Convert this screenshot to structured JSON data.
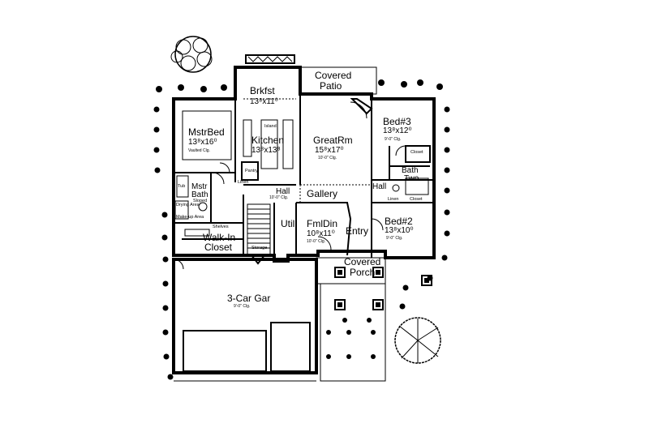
{
  "rooms": {
    "covered_patio": {
      "name_line1": "Covered",
      "name_line2": "Patio"
    },
    "brkfst": {
      "name": "Brkfst",
      "dims": "13⁸x11⁰"
    },
    "mstr_bed": {
      "name": "MstrBed",
      "dims": "13⁸x16⁰",
      "ceiling": "Vaulted Clg."
    },
    "kitchen": {
      "name": "Kitchen",
      "dims": "13⁸x13⁸"
    },
    "great_rm": {
      "name": "GreatRm",
      "dims": "15⁸x17⁰",
      "ceiling": "10'-0\" Clg."
    },
    "bed3": {
      "name": "Bed#3",
      "dims": "13⁸x12⁰",
      "ceiling": "9'-0\" Clg."
    },
    "gallery": {
      "name": "Gallery"
    },
    "hall_center": {
      "name": "Hall",
      "ceiling": "10'-0\" Clg."
    },
    "hall_right": {
      "name": "Hall"
    },
    "bath_two": {
      "name_line1": "Bath",
      "name_line2": "Two"
    },
    "mstr_bath": {
      "name_line1": "Mstr",
      "name_line2": "Bath",
      "note": "Sloped"
    },
    "util": {
      "name": "Util"
    },
    "fml_din": {
      "name": "FmlDin",
      "dims": "10⁸x11⁰",
      "ceiling": "10'-0\" Clg."
    },
    "entry": {
      "name": "Entry"
    },
    "bed2": {
      "name": "Bed#2",
      "dims": "13⁸x10⁰",
      "ceiling": "9'-0\" Clg."
    },
    "walkin_closet": {
      "name_line1": "Walk-In",
      "name_line2": "Closet"
    },
    "covered_porch": {
      "name_line1": "Covered",
      "name_line2": "Porch"
    },
    "garage": {
      "name": "3-Car Gar",
      "ceiling": "9'-0\" Clg."
    }
  },
  "small_labels": {
    "pantry": "Pantry",
    "linen_left": "Linen",
    "linen_right": "Linen",
    "closet_bed3": "Closet",
    "closet_bed2": "Closet",
    "shelves": "Shelves",
    "storage": "Storage",
    "tub": "Tub",
    "drying": "Drying Area",
    "make_up": "Make-up Area",
    "island": "Island"
  },
  "icons": [
    "tree-icon",
    "shrub-icon",
    "fireplace-icon",
    "door-swing-icon",
    "column-icon",
    "stair-icon"
  ]
}
